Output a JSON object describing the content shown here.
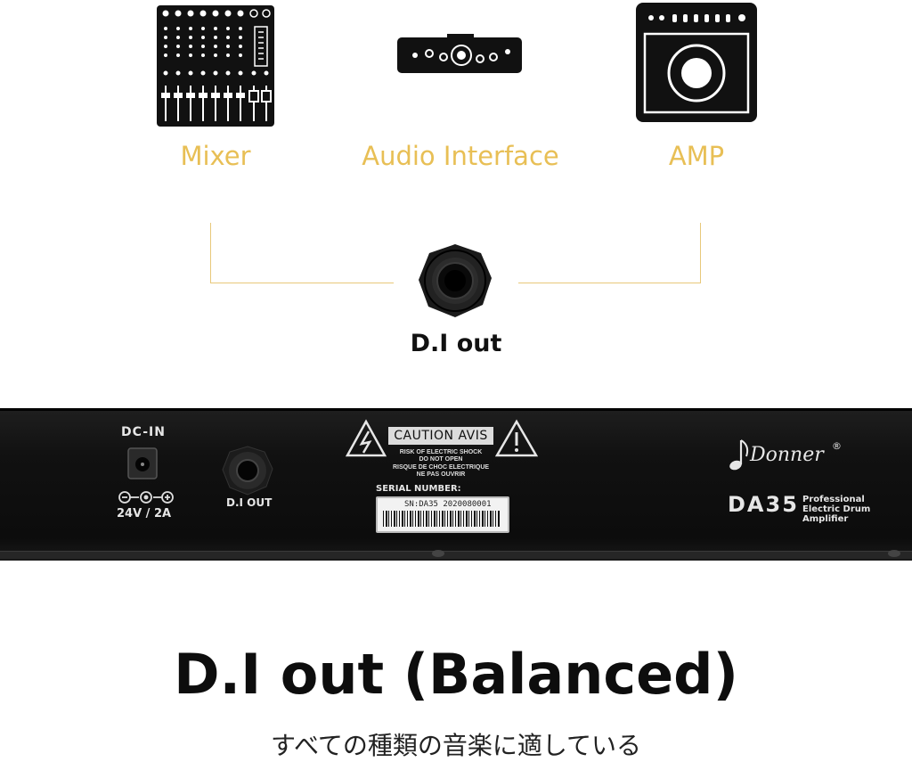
{
  "destinations": [
    {
      "label": "Mixer",
      "icon": "mixer-icon"
    },
    {
      "label": "Audio Interface",
      "icon": "audio-interface-icon"
    },
    {
      "label": "AMP",
      "icon": "amp-icon"
    }
  ],
  "jack": {
    "label": "D.I out",
    "icon": "jack-socket-icon"
  },
  "panel": {
    "dc_in_label": "DC-IN",
    "dc_spec": "24V / 2A",
    "di_out_label": "D.I OUT",
    "caution": "CAUTION AVIS",
    "warning_lines": [
      "RISK OF ELECTRIC SHOCK",
      "DO NOT OPEN",
      "RISQUE DE CHOC ELECTRIQUE",
      "NE PAS OUVRIR"
    ],
    "serial_label": "SERIAL NUMBER:",
    "serial_value": "SN:DA35 2020080001",
    "brand": "Donner",
    "model": "DA35",
    "model_desc_1": "Professional",
    "model_desc_2": "Electric Drum Amplifier"
  },
  "headline": "D.I out (Balanced)",
  "subline": "すべての種類の音楽に適している",
  "colors": {
    "accent": "#e8bf55",
    "line": "#e8c87a",
    "panel": "#111111"
  }
}
